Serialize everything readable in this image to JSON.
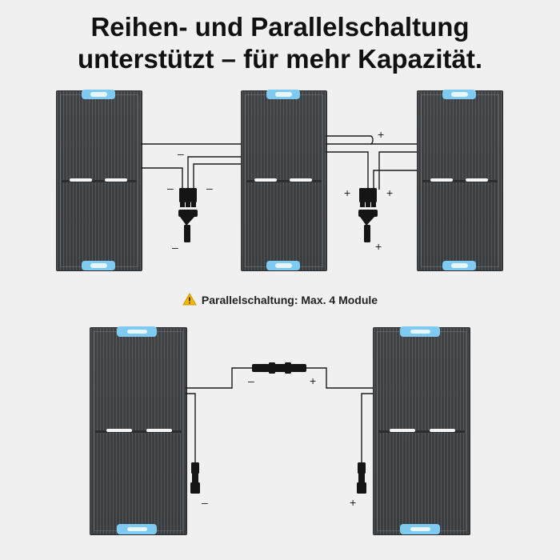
{
  "title": {
    "line1": "Reihen- und Parallelschaltung",
    "line2": "unterstützt – für mehr Kapazität."
  },
  "note": {
    "icon": "warning-triangle-icon",
    "text": "Parallelschaltung: Max. 4 Module"
  },
  "signs": {
    "minus": "–",
    "plus": "+"
  },
  "colors": {
    "background": "#f0f0f0",
    "panel": "#3e4144",
    "handle": "#7ecaf0",
    "warning": "#f2b705"
  }
}
